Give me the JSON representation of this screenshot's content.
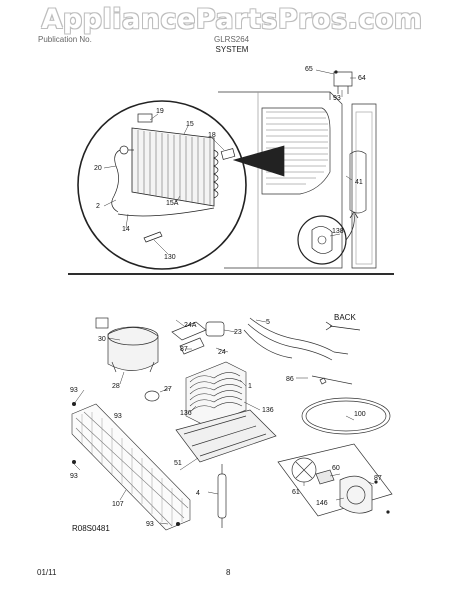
{
  "watermark": "AppliancePartsPros.com",
  "header": {
    "publication_text": "Publication No.",
    "model_text": "GLRS264"
  },
  "section_title": "SYSTEM",
  "footer": {
    "date": "01/11",
    "page_number": "8"
  },
  "drawing_code": "R08S0481",
  "back_label": "BACK",
  "part_callouts": {
    "p65": "65",
    "p64": "64",
    "p93_top": "93",
    "p41": "41",
    "p19": "19",
    "p15": "15",
    "p18": "18",
    "p20": "20",
    "p2": "2",
    "p15a": "15A",
    "p14": "14",
    "p130": "130",
    "p138": "138",
    "p30": "30",
    "p24a": "24A",
    "p87_mid": "87",
    "p23": "23",
    "p5": "5",
    "p24": "24",
    "p28": "28",
    "p27": "27",
    "p1": "1",
    "p86": "86",
    "p93_left_a": "93",
    "p93_left_b": "93",
    "p136_a": "136",
    "p136_b": "136",
    "p100": "100",
    "p51": "51",
    "p93_left_c": "93",
    "p60": "60",
    "p87_fan": "87",
    "p61": "61",
    "p146": "146",
    "p107": "107",
    "p4": "4",
    "p93_bottom": "93"
  }
}
